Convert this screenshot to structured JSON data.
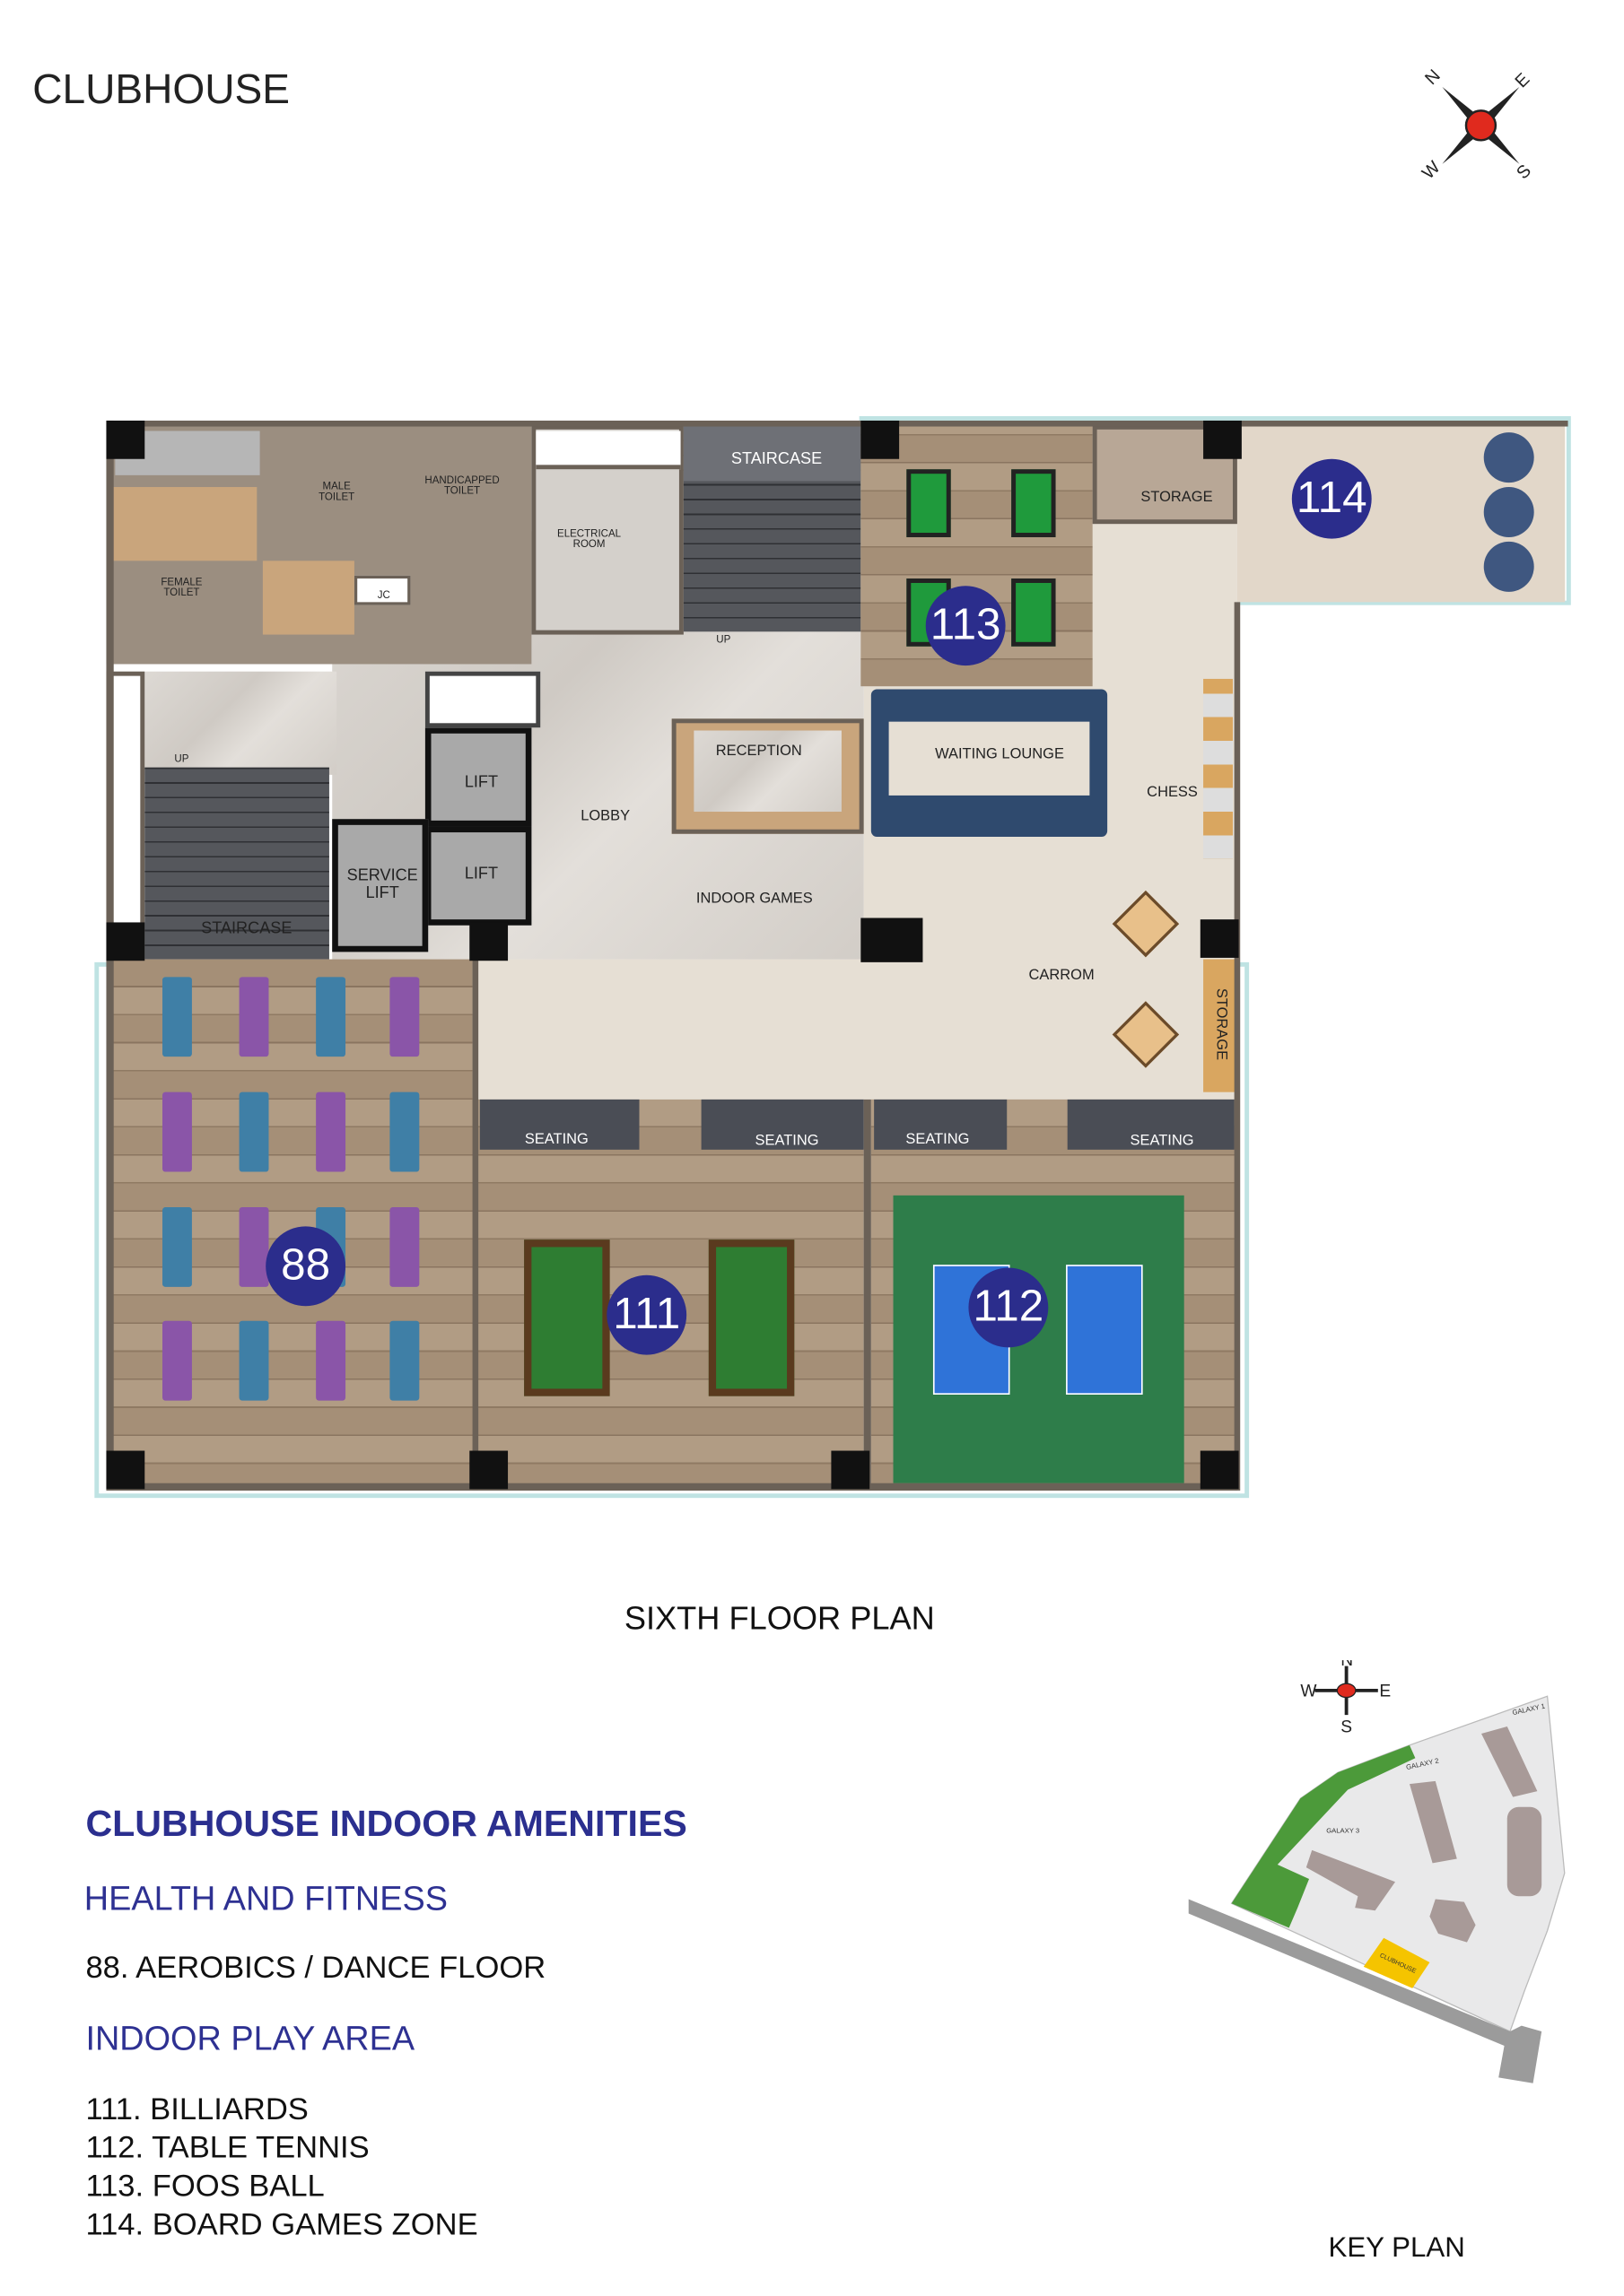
{
  "header": {
    "title": "CLUBHOUSE",
    "compass": {
      "n": "N",
      "e": "E",
      "s": "S",
      "w": "W"
    }
  },
  "floor_plan": {
    "caption": "SIXTH FLOOR PLAN",
    "labels": {
      "staircase_top": "STAIRCASE",
      "male_toilet": "MALE\nTOILET",
      "handicapped_toilet": "HANDICAPPED\nTOILET",
      "electrical_room": "ELECTRICAL\nROOM",
      "female_toilet": "FEMALE\nTOILET",
      "jc": "JC",
      "up_top": "UP",
      "up_left": "UP",
      "lift_1": "LIFT",
      "lift_2": "LIFT",
      "service_lift": "SERVICE\nLIFT",
      "staircase_left": "STAIRCASE",
      "lobby": "LOBBY",
      "reception": "RECEPTION",
      "waiting_lounge": "WAITING LOUNGE",
      "chess": "CHESS",
      "indoor_games": "INDOOR GAMES",
      "carrom": "CARROM",
      "storage_top": "STORAGE",
      "storage_side": "STORAGE",
      "seating_1": "SEATING",
      "seating_2": "SEATING",
      "seating_3": "SEATING",
      "seating_4": "SEATING"
    },
    "badges": {
      "b88": "88",
      "b111": "111",
      "b112": "112",
      "b113": "113",
      "b114": "114"
    }
  },
  "amenities": {
    "heading": "CLUBHOUSE INDOOR AMENITIES",
    "sections": [
      {
        "title": "HEALTH AND FITNESS",
        "items": [
          "88. AEROBICS / DANCE FLOOR"
        ]
      },
      {
        "title": "INDOOR PLAY AREA",
        "items": [
          "111. BILLIARDS",
          "112. TABLE TENNIS",
          "113. FOOS BALL",
          "114. BOARD GAMES ZONE"
        ]
      }
    ]
  },
  "key_plan": {
    "title": "KEY PLAN",
    "compass": {
      "n": "N",
      "e": "E",
      "s": "S",
      "w": "W"
    },
    "labels": {
      "galaxy1": "GALAXY 1",
      "galaxy2": "GALAXY 2",
      "galaxy3": "GALAXY 3",
      "clubhouse": "CLUBHOUSE"
    },
    "highlight_color": "#f5c400"
  },
  "colors": {
    "badge": "#2b2d8c",
    "heading": "#2b2f8f"
  }
}
